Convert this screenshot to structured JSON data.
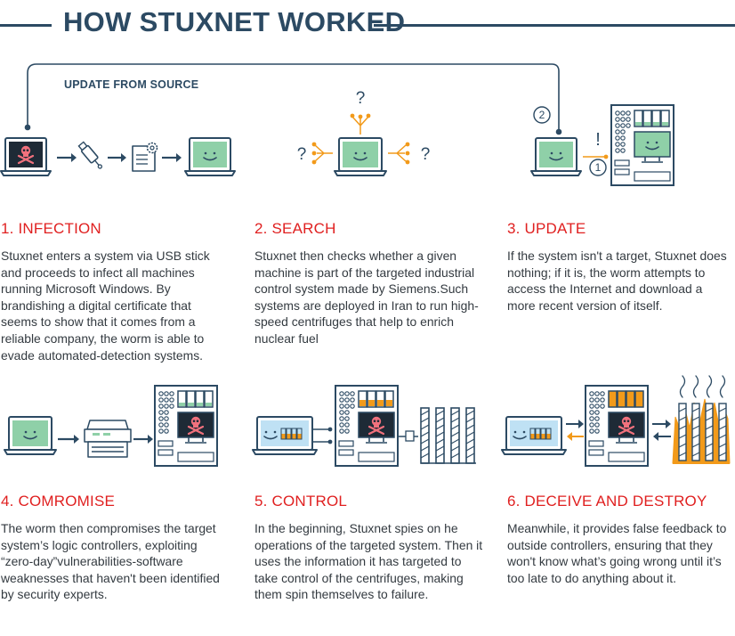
{
  "title": "HOW STUXNET WORKED",
  "update_label": "UPDATE FROM SOURCE",
  "search_marks": {
    "top": "?",
    "left": "?",
    "right": "?"
  },
  "update_marks": {
    "one": "1",
    "two": "2",
    "alert": "!"
  },
  "colors": {
    "navy": "#2c4a63",
    "red": "#e02020",
    "orange": "#f29a1a",
    "screen_green": "#8fd0a8",
    "screen_blue": "#bfe1f4",
    "skull_pink": "#f1717d"
  },
  "steps": [
    {
      "title": "1. INFECTION",
      "body": "Stuxnet enters a system via USB stick and proceeds to infect all machines running Microsoft Windows. By brandishing a digital certificate that seems to show that it comes from a reliable company, the worm is able to evade automated-detection systems."
    },
    {
      "title": "2. SEARCH",
      "body": "Stuxnet then checks whether a given machine is part of the targeted industrial control system made by Siemens.Such systems are deployed in Iran to run high-speed centrifuges that help to enrich nuclear fuel"
    },
    {
      "title": "3. UPDATE",
      "body": "If the system isn't a target, Stuxnet does nothing; if it is, the worm attempts to access the Internet and download a more recent version of itself."
    },
    {
      "title": "4. COMROMISE",
      "body": "The worm then compromises the target system’s logic controllers, exploiting “zero-day”vulnerabilities-software weaknesses that haven't been identified by security experts."
    },
    {
      "title": "5. CONTROL",
      "body": "In the beginning, Stuxnet spies on he operations of the targeted system. Then it uses the information it has targeted to take control of the centrifuges, making them spin themselves to failure."
    },
    {
      "title": "6. DECEIVE AND DESTROY",
      "body": "Meanwhile, it provides false feedback to outside controllers, ensuring that they won't know what’s going wrong until it’s too late to do anything about it."
    }
  ]
}
